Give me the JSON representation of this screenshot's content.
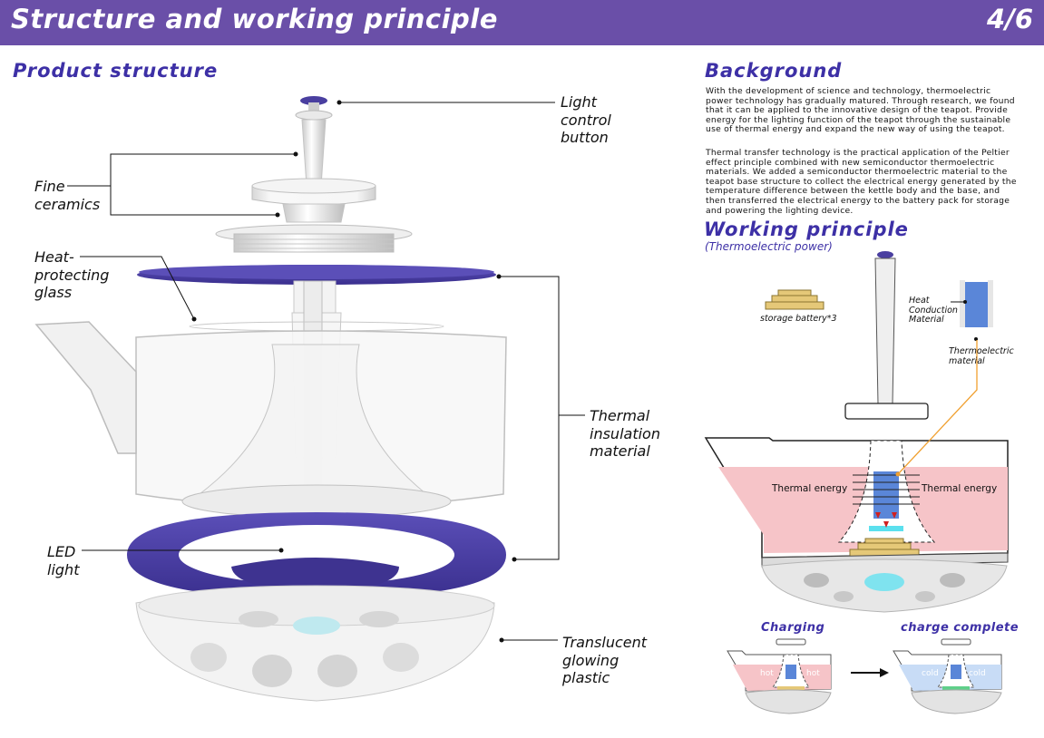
{
  "header": {
    "title": "Structure and working principle",
    "page": "4/6"
  },
  "product_structure": {
    "title": "Product structure",
    "labels": {
      "light_control_button": "Light\ncontrol\nbutton",
      "fine_ceramics": "Fine\nceramics",
      "heat_protecting_glass": "Heat-\nprotecting\nglass",
      "thermal_insulation": "Thermal\ninsulation\nmaterial",
      "led_light": "LED\nlight",
      "translucent_plastic": "Translucent\nglowing\nplastic"
    }
  },
  "background": {
    "title": "Background",
    "paragraph1": "With the development of science and technology, thermoelectric power technology has gradually matured. Through research, we found that it can be applied to the innovative design of the teapot. Provide energy for the lighting function of the teapot through the sustainable use of thermal energy and expand the new way of using the teapot.",
    "paragraph2": "Thermal transfer technology is the practical application of the Peltier effect principle combined with new semiconductor thermoelectric materials. We added a semiconductor thermoelectric material to the teapot base structure to collect the electrical energy generated by the temperature difference between the kettle body and the base, and then transferred the electrical energy to the battery pack for storage and powering the lighting device."
  },
  "working_principle": {
    "title": "Working principle",
    "subtitle": "(Thermoelectric power)",
    "storage_battery": "storage battery*3",
    "heat_conduction": "Heat\nConduction\nMaterial",
    "thermoelectric_material": "Thermoelectric\nmaterial",
    "thermal_energy_left": "Thermal energy",
    "thermal_energy_right": "Thermal energy"
  },
  "states": {
    "charging": {
      "title": "Charging",
      "left": "hot",
      "right": "hot"
    },
    "complete": {
      "title": "charge complete",
      "left": "cold",
      "right": "cold"
    }
  },
  "colors": {
    "header": "#6a4fa8",
    "accent": "#3d30a6",
    "ring": "#4a3fa0",
    "hot": "#f6c4c8",
    "cold": "#c8dcf6",
    "battery": "#e5c878",
    "peltier": "#5a86d8",
    "glow": "#5be0ee"
  }
}
